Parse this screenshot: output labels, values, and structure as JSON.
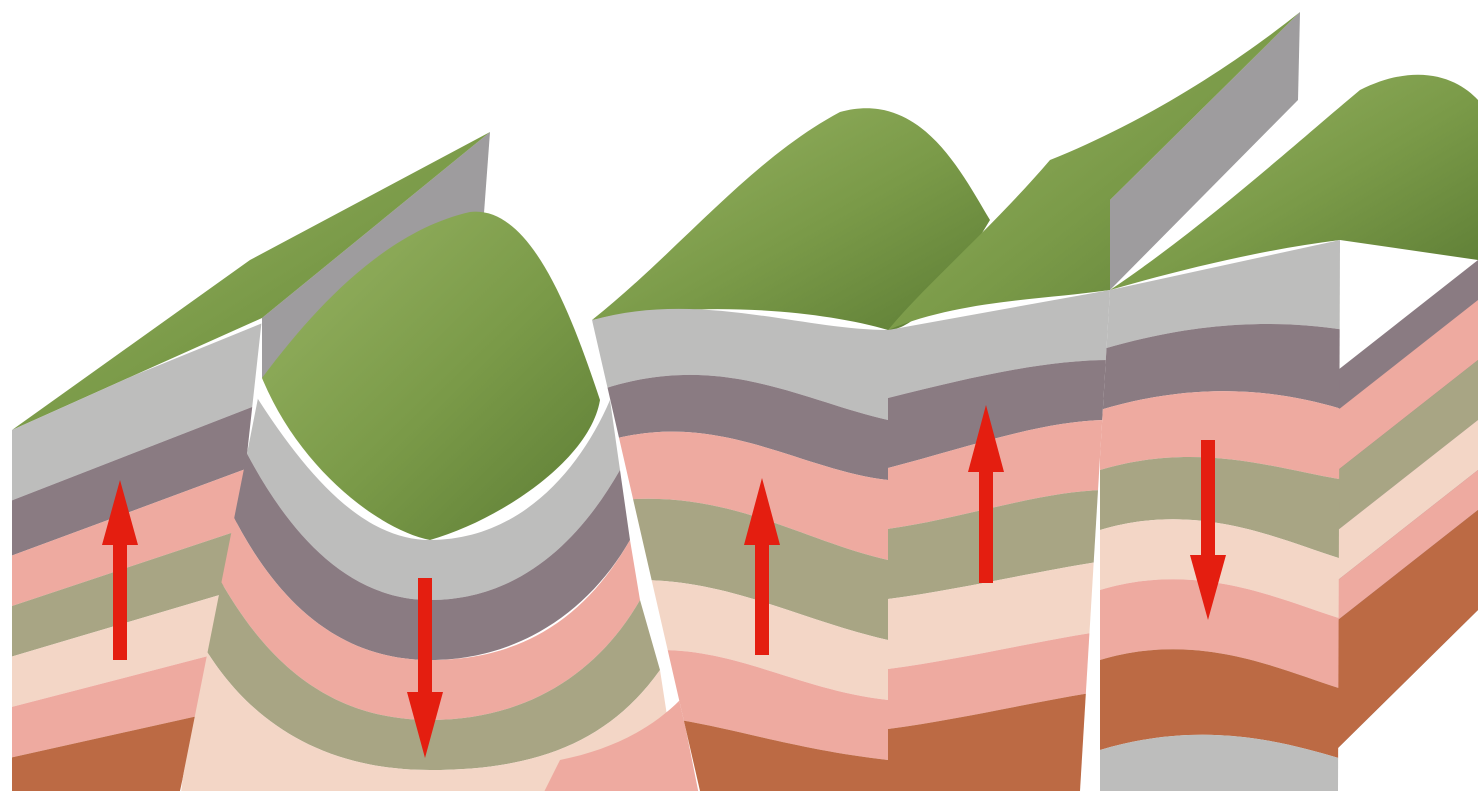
{
  "colors": {
    "background": "#ffffff",
    "surface_green": "#7a9a48",
    "surface_green_light": "#98b463",
    "surface_green_dark": "#5d7d35",
    "gray": "#bdbdbc",
    "gray_side": "#9e9c9e",
    "purple": "#8a7b82",
    "pink": "#eeaaa0",
    "olive": "#a8a584",
    "cream": "#f3d6c6",
    "rust": "#bc6a44",
    "arrow": "#e41e10"
  },
  "layers": [
    "gray",
    "purple",
    "pink",
    "olive",
    "cream",
    "pink",
    "rust"
  ],
  "blocks": [
    {
      "id": "block-1",
      "motion": "up"
    },
    {
      "id": "block-2",
      "motion": "down"
    },
    {
      "id": "block-3",
      "motion": "up"
    },
    {
      "id": "block-4",
      "motion": "up"
    },
    {
      "id": "block-5",
      "motion": "down"
    }
  ],
  "icons": {
    "up": "arrow-up-icon",
    "down": "arrow-down-icon"
  }
}
